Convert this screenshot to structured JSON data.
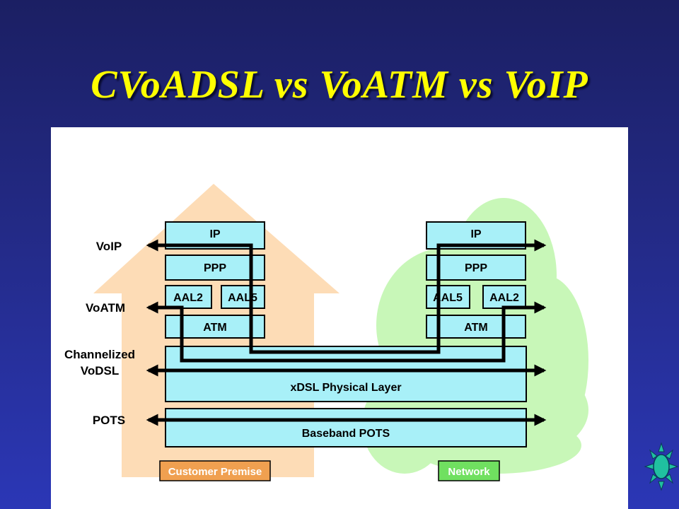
{
  "slide": {
    "title": "CVoADSL vs VoATM vs VoIP"
  },
  "diagram": {
    "left_labels": {
      "voip": "VoIP",
      "voatm": "VoATM",
      "vodsl_line1": "Channelized",
      "vodsl_line2": "VoDSL",
      "pots": "POTS"
    },
    "customer_stack": {
      "ip": "IP",
      "ppp": "PPP",
      "aal2": "AAL2",
      "aal5": "AAL5",
      "atm": "ATM"
    },
    "network_stack": {
      "ip": "IP",
      "ppp": "PPP",
      "aal5": "AAL5",
      "aal2": "AAL2",
      "atm": "ATM"
    },
    "shared_layers": {
      "xdsl": "xDSL Physical Layer",
      "pots": "Baseband POTS"
    },
    "tags": {
      "customer_premise": "Customer Premise",
      "network": "Network"
    },
    "colors": {
      "house": "#fddcb6",
      "cloud": "#c8f7b8",
      "layer_box": "#a8f0f8",
      "customer_tag": "#f0a050",
      "network_tag": "#70e060"
    }
  },
  "navigation": {
    "icon": "sun-icon"
  }
}
